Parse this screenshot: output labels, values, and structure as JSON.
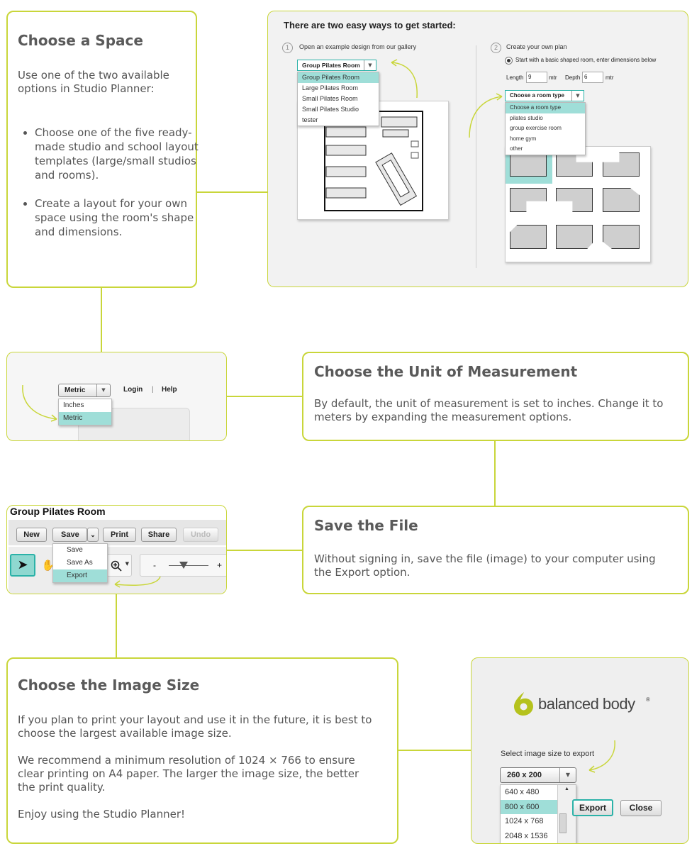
{
  "section1": {
    "title": "Choose a Space",
    "intro": "Use one of the two available options in Studio Planner:",
    "bullets": [
      "Choose one of the five ready-made studio and school layout templates (large/small studios and rooms).",
      "Create a layout for your own space using the room's shape and dimensions."
    ]
  },
  "shot1": {
    "heading": "There are two easy ways to get started:",
    "step1_num": "1",
    "step1_label": "Open an example design from our gallery",
    "gallery_selected": "Group Pilates Room",
    "gallery_options": [
      "Group Pilates Room",
      "Large Pilates Room",
      "Small Pilates Room",
      "Small Pilates Studio",
      "tester"
    ],
    "step2_num": "2",
    "step2_label": "Create your own plan",
    "radio_label": "Start with a basic shaped room, enter dimensions below",
    "length_label": "Length",
    "length_value": "9",
    "depth_label": "Depth",
    "depth_value": "6",
    "unit": "mtr",
    "room_type_selected": "Choose a room type",
    "room_type_options": [
      "Choose a room type",
      "pilates studio",
      "group exercise room",
      "home gym",
      "other"
    ]
  },
  "section2": {
    "title": "Choose the Unit of Measurement",
    "body": "By default, the unit of measurement is set to inches. Change it to meters by expanding the measurement options."
  },
  "shot2": {
    "unit_selected": "Metric",
    "unit_options": [
      "Inches",
      "Metric"
    ],
    "login": "Login",
    "separator": "|",
    "help": "Help"
  },
  "section3": {
    "title": "Save the File",
    "body": "Without signing in, save the file (image) to your computer using the Export option."
  },
  "shot3": {
    "title": "Group Pilates Room",
    "buttons": {
      "new": "New",
      "save": "Save",
      "print": "Print",
      "share": "Share",
      "undo": "Undo"
    },
    "save_menu": [
      "Save",
      "Save As",
      "Export"
    ],
    "zoom_minus": "-",
    "zoom_plus": "+"
  },
  "section4": {
    "title": "Choose the Image Size",
    "p1": "If you plan to print your layout and use it in the future, it is best to choose the largest available image size.",
    "p2": "We recommend a minimum resolution of 1024 × 766 to ensure clear printing on A4 paper. The larger the image size, the better the print quality.",
    "p3": "Enjoy using the Studio Planner!"
  },
  "shot4": {
    "brand": "balanced body",
    "brand_mark": "®",
    "select_label": "Select image size to export",
    "size_selected": "260 x 200",
    "size_options": [
      "640 x 480",
      "800 x 600",
      "1024 x 768",
      "2048 x 1536"
    ],
    "export": "Export",
    "close": "Close"
  },
  "colors": {
    "accent": "#c9d63a",
    "highlight": "#9fded8",
    "brand_green": "#b5c21d"
  }
}
